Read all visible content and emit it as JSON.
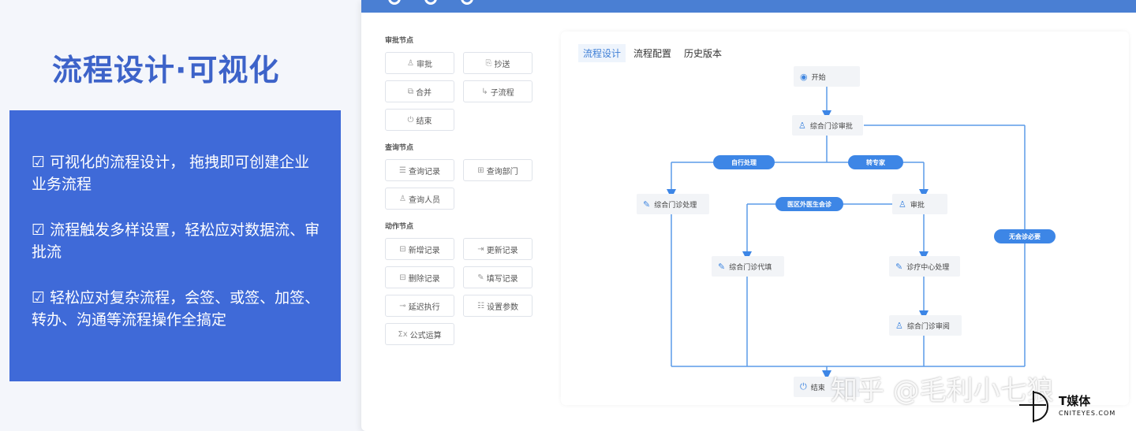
{
  "headline": "流程设计·可视化",
  "features": [
    "☑ 可视化的流程设计， 拖拽即可创建企业业务流程",
    "☑ 流程触发多样设置，轻松应对数据流、审批流",
    "☑ 轻松应对复杂流程，会签、或签、加签、转办、沟通等流程操作全搞定"
  ],
  "palette": {
    "approval_title": "审批节点",
    "approval": [
      {
        "icon": "person-icon",
        "glyph": "♙",
        "label": "审批"
      },
      {
        "icon": "copy-icon",
        "glyph": "⎘",
        "label": "抄送"
      },
      {
        "icon": "merge-icon",
        "glyph": "⧉",
        "label": "合并"
      },
      {
        "icon": "subflow-icon",
        "glyph": "↳",
        "label": "子流程"
      },
      {
        "icon": "power-icon",
        "glyph": "⏻",
        "label": "结束"
      }
    ],
    "query_title": "查询节点",
    "query": [
      {
        "icon": "record-icon",
        "glyph": "☰",
        "label": "查询记录"
      },
      {
        "icon": "department-icon",
        "glyph": "⊞",
        "label": "查询部门"
      },
      {
        "icon": "people-icon",
        "glyph": "♙",
        "label": "查询人员"
      }
    ],
    "action_title": "动作节点",
    "action": [
      {
        "icon": "add-record-icon",
        "glyph": "⊟",
        "label": "新增记录"
      },
      {
        "icon": "update-record-icon",
        "glyph": "⇥",
        "label": "更新记录"
      },
      {
        "icon": "delete-record-icon",
        "glyph": "⊟",
        "label": "删除记录"
      },
      {
        "icon": "fill-record-icon",
        "glyph": "✎",
        "label": "填写记录"
      },
      {
        "icon": "delay-icon",
        "glyph": "⊸",
        "label": "延迟执行"
      },
      {
        "icon": "settings-icon",
        "glyph": "☷",
        "label": "设置参数"
      },
      {
        "icon": "formula-icon",
        "glyph": "Σx",
        "label": "公式运算"
      }
    ]
  },
  "tabs": [
    "流程设计",
    "流程配置",
    "历史版本"
  ],
  "flow": {
    "start": "开始",
    "main_approval": "综合门诊审批",
    "self_handle": "自行处理",
    "to_expert": "转专家",
    "outpatient_handle": "综合门诊处理",
    "external_consult": "医区外医生会诊",
    "approve": "审批",
    "no_consult": "无会诊必要",
    "outpatient_proxy": "综合门诊代填",
    "clinic_center": "诊疗中心处理",
    "outpatient_review": "综合门诊审阅",
    "end": "结束"
  },
  "watermark": "知乎 @毛利小七狼",
  "brand": {
    "name": "T媒体",
    "sub": "CNITEYES.COM"
  },
  "colors": {
    "accent": "#3f6ad8",
    "flow_blue": "#3d86e6",
    "titlebar": "#4a7fd3"
  }
}
